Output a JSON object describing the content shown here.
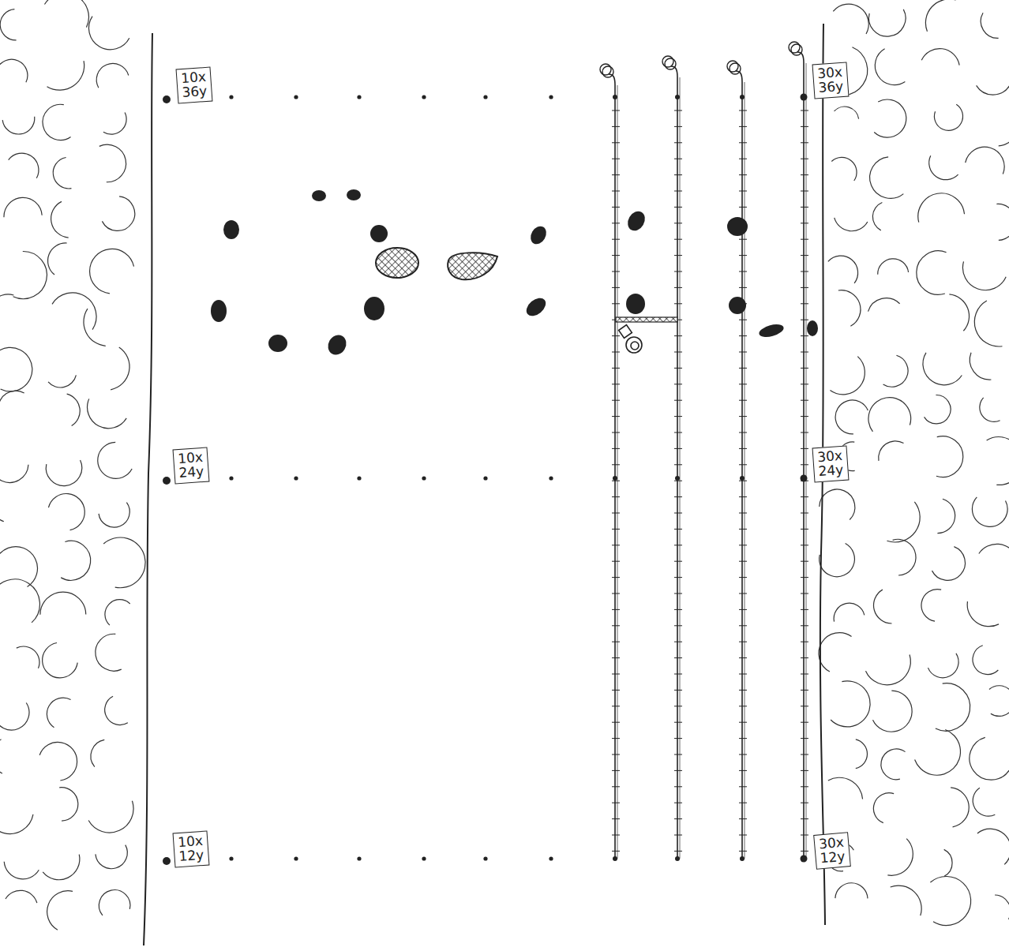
{
  "diagram": {
    "nodes": [
      {
        "text": [
          "10x 36y"
        ]
      },
      {
        "text": [
          "10x 24y"
        ]
      },
      {
        "text": [
          "10x 12y"
        ]
      },
      {
        "text": [
          "30x 36y"
        ]
      },
      {
        "text": [
          "30x 24y"
        ]
      },
      {
        "text": [
          "30x 12y"
        ]
      }
    ]
  }
}
